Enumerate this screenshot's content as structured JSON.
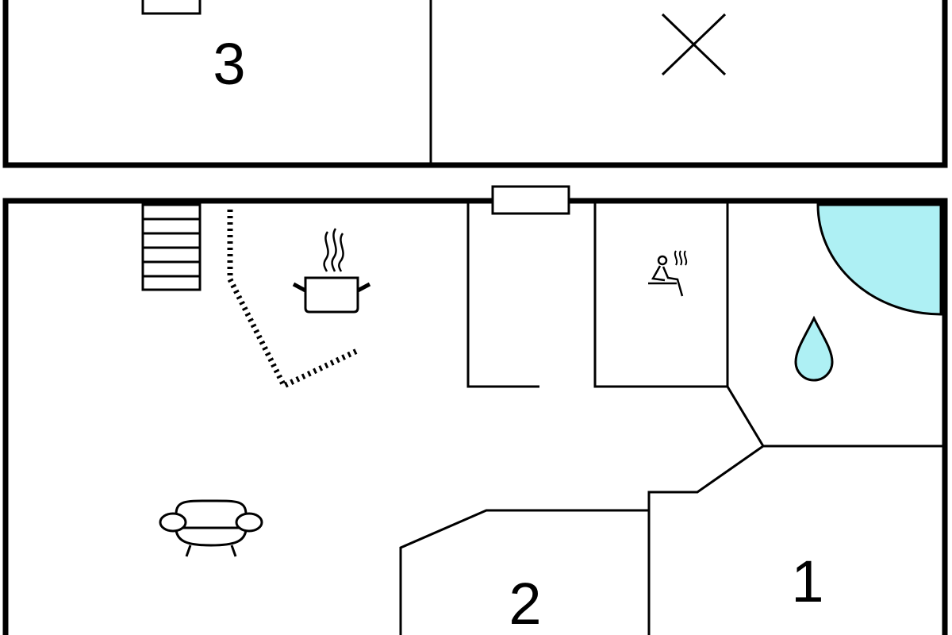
{
  "rooms": {
    "room_3": {
      "label": "3"
    },
    "room_2": {
      "label": "2"
    },
    "room_1": {
      "label": "1"
    }
  },
  "icons": {
    "unusable_area": "x-cross-icon",
    "stairs": "stairs-icon",
    "kitchen": "cooking-pot-icon",
    "sauna": "sauna-icon",
    "bathroom": "water-drop-icon",
    "shower": "shower-tray-icon",
    "living_room": "armchair-icon"
  },
  "colors": {
    "wall": "#000000",
    "water": "#aef0f4",
    "background": "#ffffff"
  }
}
